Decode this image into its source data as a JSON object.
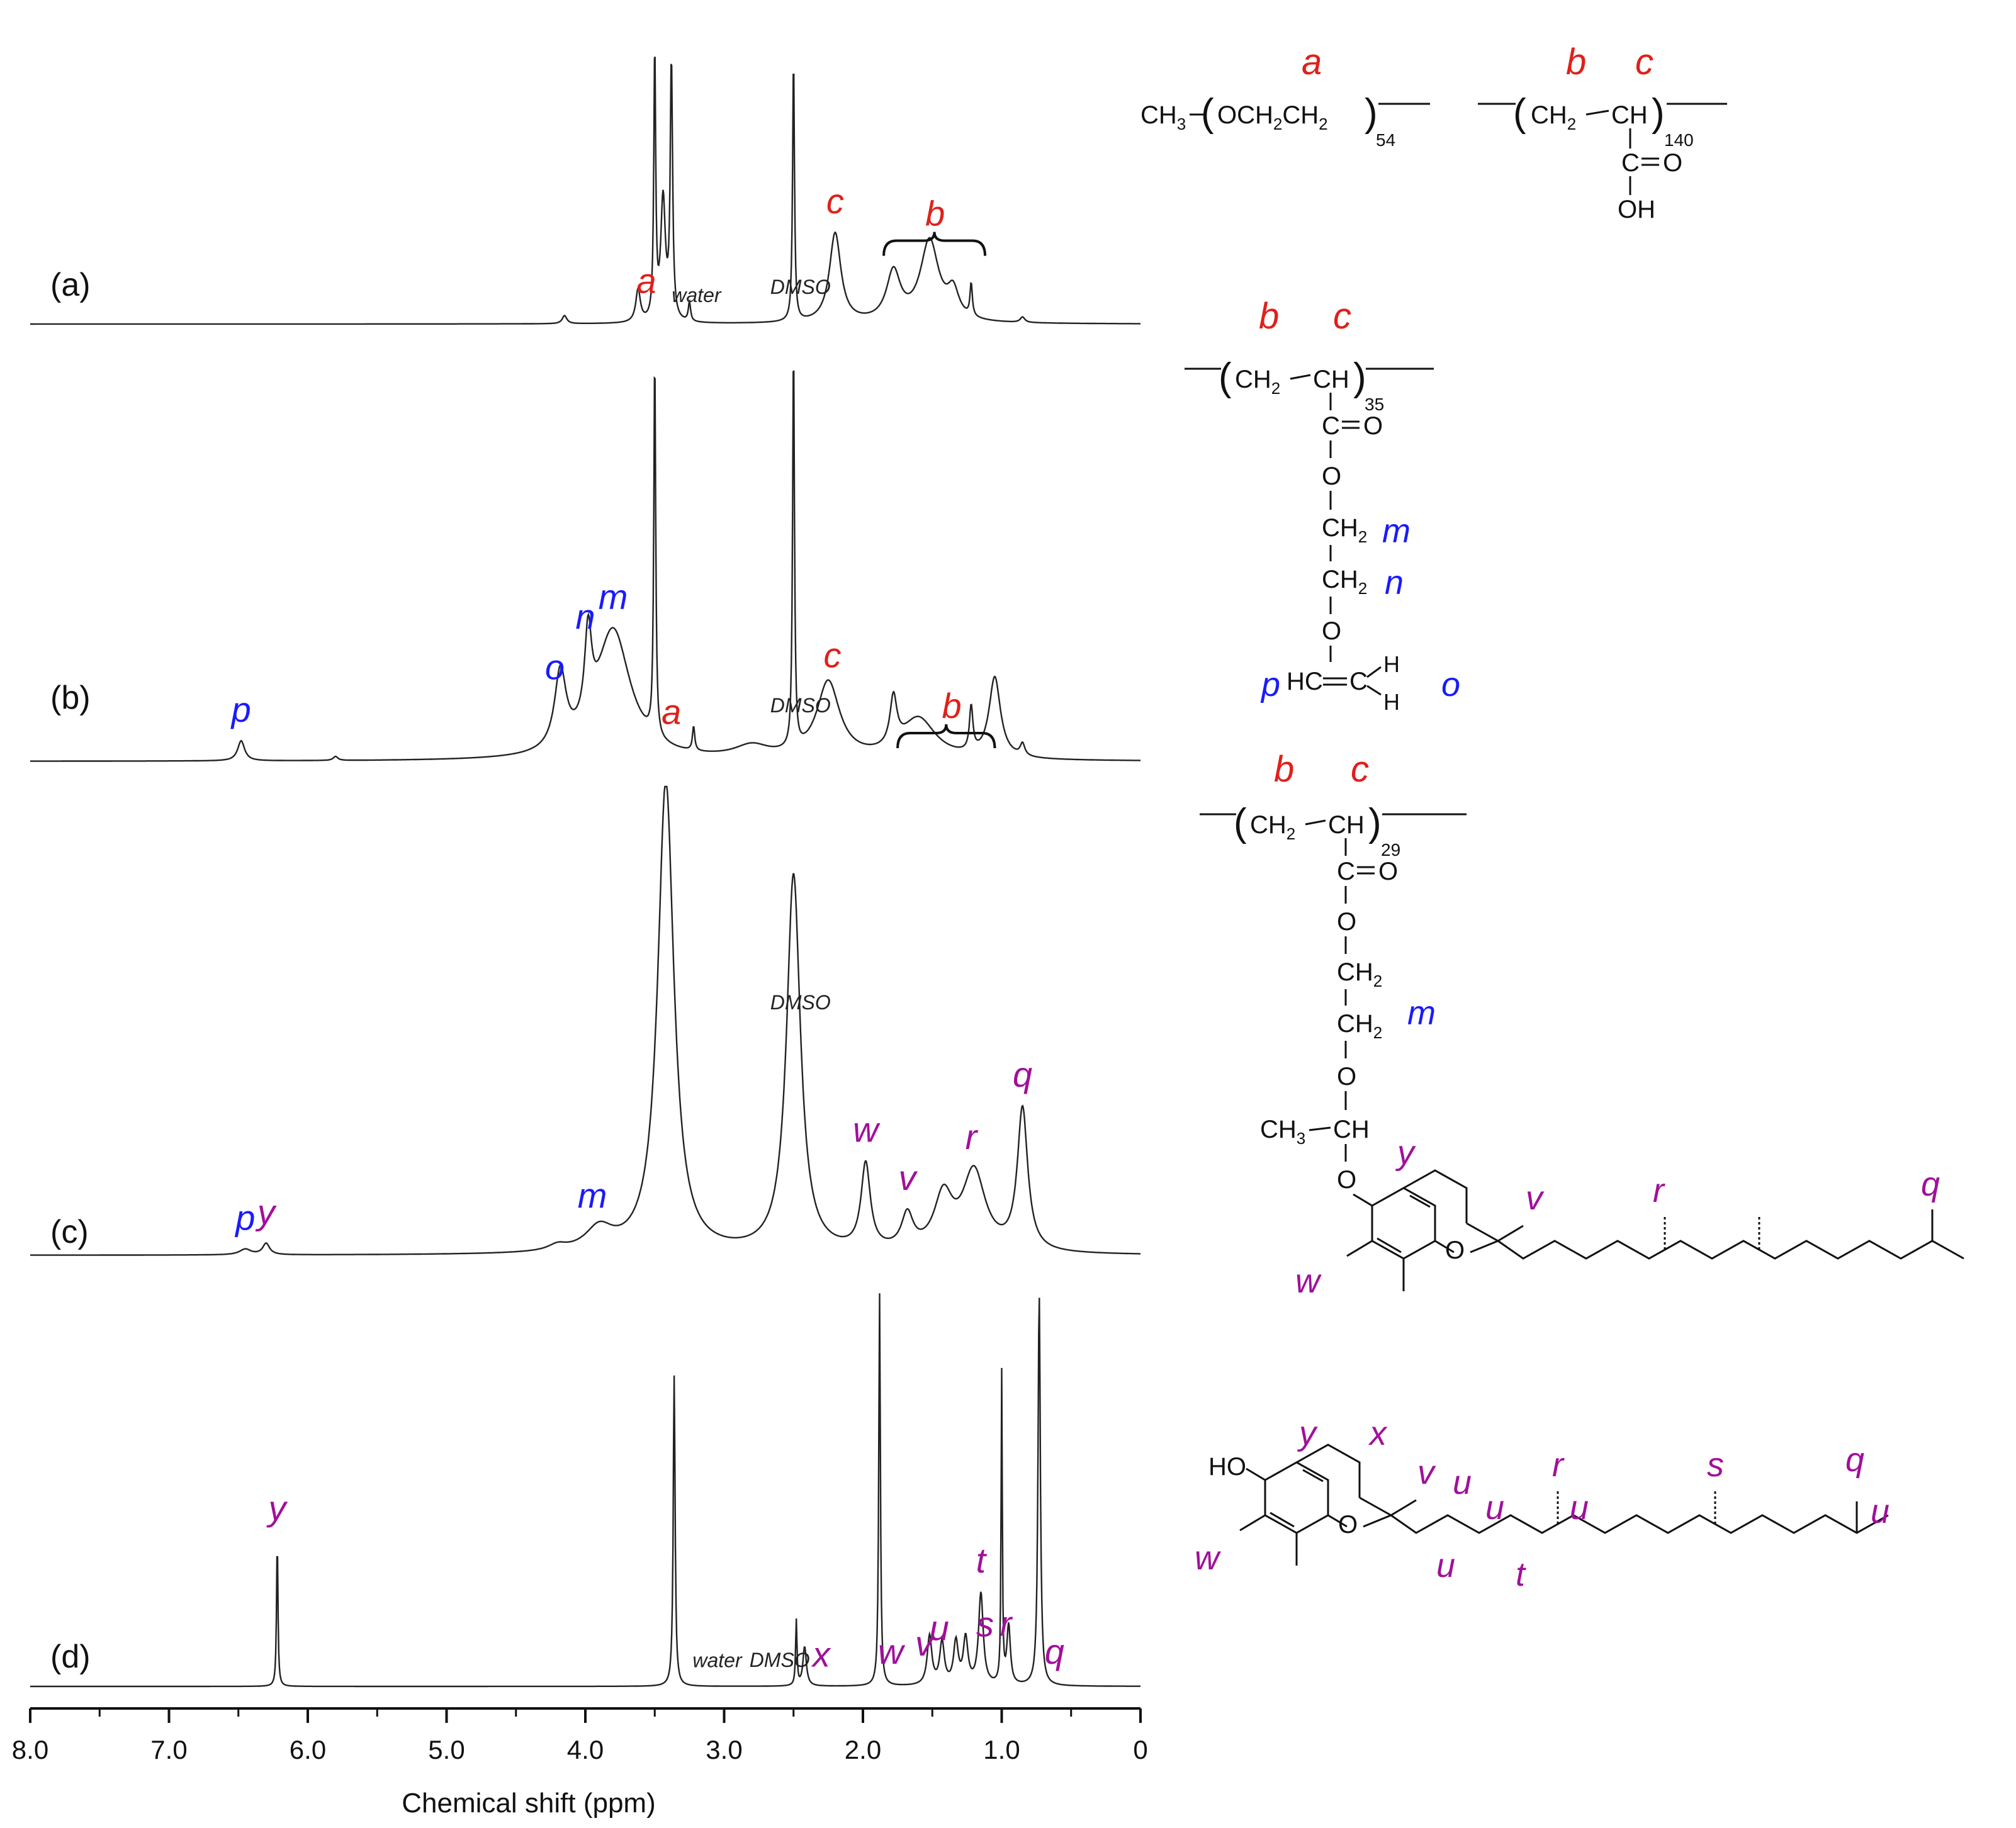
{
  "chart_data": {
    "type": "line",
    "xlabel": "Chemical shift (ppm)",
    "xlim": [
      8.0,
      0
    ],
    "xticks": [
      "8.0",
      "7.0",
      "6.0",
      "5.0",
      "4.0",
      "3.0",
      "2.0",
      "1.0",
      "0"
    ],
    "xtick_values": [
      8,
      7,
      6,
      5,
      4,
      3,
      2,
      1,
      0
    ],
    "colors": {
      "red": "#e0201b",
      "blue": "#1a1aff",
      "magenta": "#a0109a",
      "trace": "#222222"
    },
    "panels": [
      {
        "id": "a",
        "label": "(a)",
        "peaks": [
          [
            4.15,
            0.03,
            0.02
          ],
          [
            3.62,
            0.12,
            0.02
          ],
          [
            3.5,
            1.0,
            0.008
          ],
          [
            3.44,
            0.45,
            0.02
          ],
          [
            3.38,
            0.95,
            0.01
          ],
          [
            3.25,
            0.07,
            0.01
          ],
          [
            2.5,
            0.98,
            0.008
          ],
          [
            2.2,
            0.33,
            0.05
          ],
          [
            1.78,
            0.18,
            0.06
          ],
          [
            1.52,
            0.3,
            0.08
          ],
          [
            1.35,
            0.1,
            0.05
          ],
          [
            1.22,
            0.12,
            0.01
          ],
          [
            0.85,
            0.02,
            0.02
          ]
        ],
        "annotations": [
          {
            "text": "a",
            "ppm": 3.56,
            "color": "red"
          },
          {
            "text": "water",
            "ppm": 3.2,
            "color": "trace",
            "small": true
          },
          {
            "text": "DMSO",
            "ppm": 2.45,
            "color": "trace",
            "small": true
          },
          {
            "text": "c",
            "ppm": 2.2,
            "color": "red"
          },
          {
            "text": "b",
            "ppm": 1.48,
            "color": "red",
            "brace": [
              1.85,
              1.12
            ]
          }
        ]
      },
      {
        "id": "b",
        "label": "(b)",
        "peaks": [
          [
            6.48,
            0.05,
            0.03
          ],
          [
            5.8,
            0.01,
            0.02
          ],
          [
            4.18,
            0.19,
            0.05
          ],
          [
            3.98,
            0.22,
            0.03
          ],
          [
            3.8,
            0.32,
            0.15
          ],
          [
            3.5,
            0.95,
            0.008
          ],
          [
            3.22,
            0.06,
            0.01
          ],
          [
            2.8,
            0.03,
            0.15
          ],
          [
            2.5,
            1.0,
            0.008
          ],
          [
            2.25,
            0.19,
            0.1
          ],
          [
            1.78,
            0.12,
            0.03
          ],
          [
            1.6,
            0.1,
            0.15
          ],
          [
            1.22,
            0.11,
            0.015
          ],
          [
            1.05,
            0.2,
            0.05
          ],
          [
            0.85,
            0.03,
            0.02
          ]
        ],
        "annotations": [
          {
            "text": "p",
            "ppm": 6.48,
            "color": "blue"
          },
          {
            "text": "o",
            "ppm": 4.22,
            "color": "blue"
          },
          {
            "text": "n",
            "ppm": 4.0,
            "color": "blue"
          },
          {
            "text": "m",
            "ppm": 3.8,
            "color": "blue"
          },
          {
            "text": "a",
            "ppm": 3.38,
            "color": "red"
          },
          {
            "text": "DMSO",
            "ppm": 2.45,
            "color": "trace",
            "small": true
          },
          {
            "text": "c",
            "ppm": 2.22,
            "color": "red"
          },
          {
            "text": "b",
            "ppm": 1.36,
            "color": "red",
            "brace": [
              1.75,
              1.05
            ]
          }
        ]
      },
      {
        "id": "c",
        "label": "(c)",
        "peaks": [
          [
            6.45,
            0.03,
            0.05
          ],
          [
            6.3,
            0.06,
            0.03
          ],
          [
            4.2,
            0.03,
            0.08
          ],
          [
            3.9,
            0.12,
            0.12
          ],
          [
            3.42,
            2.5,
            0.07
          ],
          [
            2.5,
            2.0,
            0.06
          ],
          [
            1.98,
            0.45,
            0.04
          ],
          [
            1.68,
            0.18,
            0.05
          ],
          [
            1.42,
            0.28,
            0.08
          ],
          [
            1.2,
            0.42,
            0.1
          ],
          [
            0.85,
            0.75,
            0.045
          ]
        ],
        "annotations": [
          {
            "text": "p",
            "ppm": 6.45,
            "color": "blue"
          },
          {
            "text": "y",
            "ppm": 6.3,
            "color": "magenta"
          },
          {
            "text": "m",
            "ppm": 3.95,
            "color": "blue"
          },
          {
            "text": "DMSO",
            "ppm": 2.45,
            "color": "trace",
            "small": true
          },
          {
            "text": "w",
            "ppm": 1.98,
            "color": "magenta"
          },
          {
            "text": "v",
            "ppm": 1.68,
            "color": "magenta"
          },
          {
            "text": "r",
            "ppm": 1.22,
            "color": "magenta"
          },
          {
            "text": "q",
            "ppm": 0.85,
            "color": "magenta"
          }
        ]
      },
      {
        "id": "d",
        "label": "(d)",
        "peaks": [
          [
            6.22,
            0.45,
            0.006
          ],
          [
            3.36,
            0.95,
            0.008
          ],
          [
            2.48,
            0.2,
            0.006
          ],
          [
            2.42,
            0.12,
            0.015
          ],
          [
            1.88,
            1.2,
            0.007
          ],
          [
            1.52,
            0.15,
            0.02
          ],
          [
            1.43,
            0.13,
            0.02
          ],
          [
            1.33,
            0.13,
            0.02
          ],
          [
            1.26,
            0.14,
            0.02
          ],
          [
            1.15,
            0.28,
            0.02
          ],
          [
            1.0,
            0.95,
            0.005
          ],
          [
            0.95,
            0.18,
            0.015
          ],
          [
            0.73,
            1.2,
            0.01
          ]
        ],
        "annotations": [
          {
            "text": "y",
            "ppm": 6.22,
            "color": "magenta"
          },
          {
            "text": "water",
            "ppm": 3.05,
            "color": "trace",
            "small": true
          },
          {
            "text": "DMSO",
            "ppm": 2.6,
            "color": "trace",
            "small": true
          },
          {
            "text": "x",
            "ppm": 2.3,
            "color": "magenta"
          },
          {
            "text": "w",
            "ppm": 1.8,
            "color": "magenta"
          },
          {
            "text": "v",
            "ppm": 1.56,
            "color": "magenta"
          },
          {
            "text": "u",
            "ppm": 1.45,
            "color": "magenta"
          },
          {
            "text": "t",
            "ppm": 1.15,
            "color": "magenta"
          },
          {
            "text": "s",
            "ppm": 1.12,
            "color": "magenta"
          },
          {
            "text": "r",
            "ppm": 0.97,
            "color": "magenta"
          },
          {
            "text": "q",
            "ppm": 0.62,
            "color": "magenta"
          }
        ]
      }
    ]
  },
  "structures": {
    "a": {
      "peg": {
        "ch3": "CH",
        "ch3_sub": "3",
        "unit": "OCH",
        "sub2": "2",
        "ch2": "CH",
        "sub2b": "2",
        "n": "54"
      },
      "paa": {
        "ch2": "CH",
        "sub2": "2",
        "ch": "CH",
        "n": "140",
        "co": "C",
        "o": "O",
        "oh": "OH",
        "lab_b": "b",
        "lab_c": "c",
        "lab_a": "a"
      }
    },
    "b": {
      "ch2": "CH",
      "sub2": "2",
      "ch": "CH",
      "n": "35",
      "c": "C",
      "o": "O",
      "o1": "O",
      "ch2m": "CH",
      "sub2m": "2",
      "ch2n": "CH",
      "sub2n": "2",
      "o2": "O",
      "hc": "HC",
      "eq": "=",
      "c2": "C",
      "h": "H",
      "h2": "H",
      "lab_b": "b",
      "lab_c": "c",
      "lab_m": "m",
      "lab_n": "n",
      "lab_p": "p",
      "lab_o": "o"
    },
    "c": {
      "ch2": "CH",
      "sub2": "2",
      "ch": "CH",
      "n": "29",
      "c": "C",
      "o": "O",
      "o1": "O",
      "ch2a": "CH",
      "sub2a": "2",
      "ch2b": "CH",
      "sub2b": "2",
      "o2": "O",
      "ch3": "CH",
      "ch3_sub": "3",
      "cch": "CH",
      "o3": "O",
      "ring_o": "O",
      "lab_b": "b",
      "lab_c": "c",
      "lab_m": "m",
      "lab_y": "y",
      "lab_v": "v",
      "lab_r": "r",
      "lab_q": "q",
      "lab_w": "w"
    },
    "d": {
      "ho": "HO",
      "ring_o": "O",
      "lab_y": "y",
      "lab_x": "x",
      "lab_v": "v",
      "lab_u1": "u",
      "lab_u2": "u",
      "lab_u3": "u",
      "lab_u4": "u",
      "lab_u5": "u",
      "lab_r": "r",
      "lab_s": "s",
      "lab_q": "q",
      "lab_t": "t",
      "lab_w": "w"
    }
  }
}
